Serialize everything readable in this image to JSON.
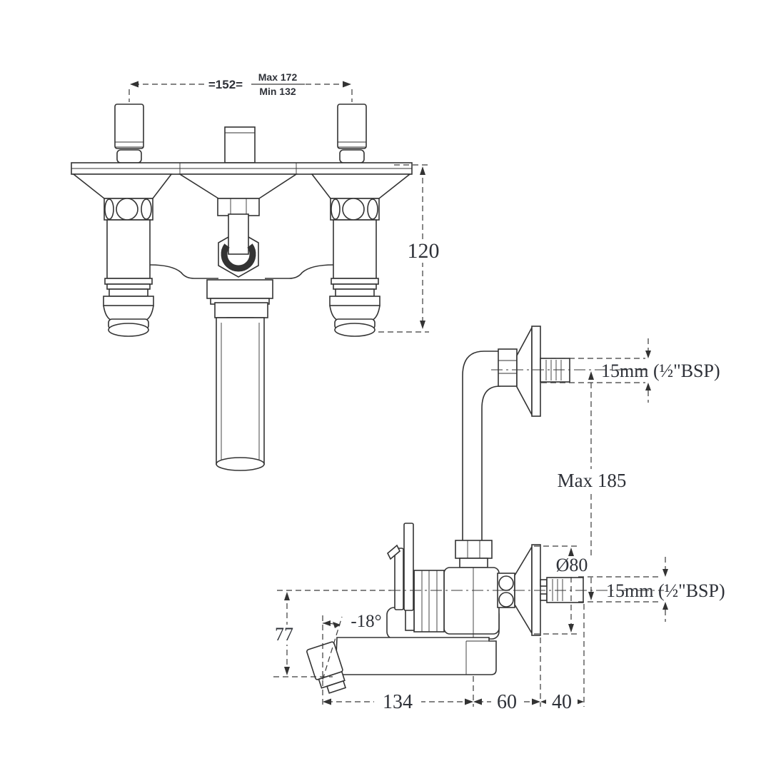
{
  "front_view": {
    "center_distance": "=152=",
    "center_distance_max": "Max 172",
    "center_distance_min": "Min 132",
    "height": "120"
  },
  "side_view": {
    "top_connection": "15mm (½\"BSP)",
    "max_projection": "Max 185",
    "flange_diameter": "Ø80",
    "bottom_connection": "15mm (½\"BSP)",
    "spout_angle": "-18°",
    "spout_drop": "77",
    "spout_reach": "134",
    "body_offset": "60",
    "wall_offset": "40"
  },
  "colors": {
    "line": "#333333",
    "text": "#2e3138",
    "background": "#ffffff"
  }
}
